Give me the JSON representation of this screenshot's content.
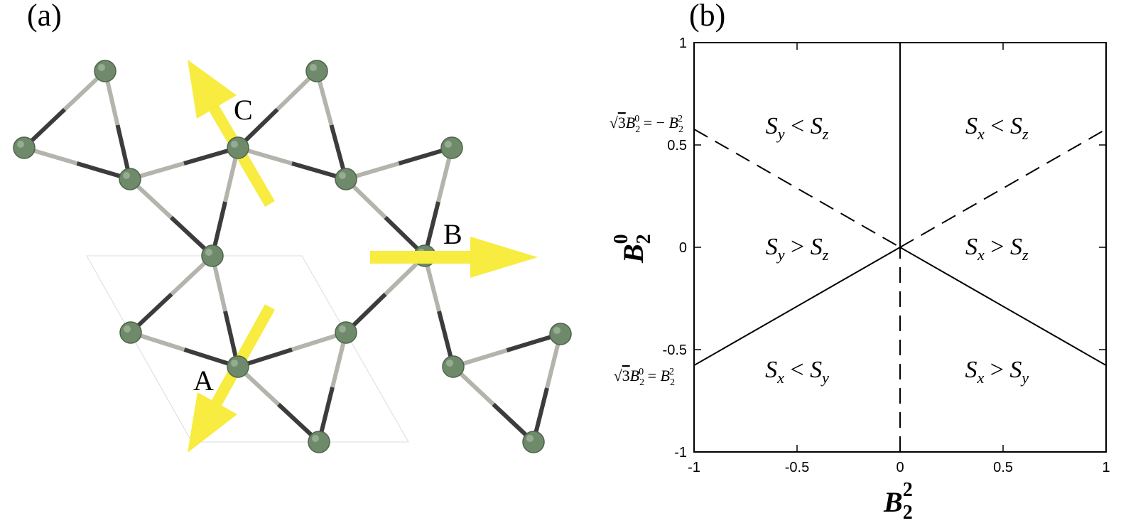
{
  "panel_a": {
    "label": "(a)",
    "arrows": [
      {
        "name": "A",
        "color": "#f7ec3f"
      },
      {
        "name": "B",
        "color": "#f7ec3f"
      },
      {
        "name": "C",
        "color": "#f7ec3f"
      }
    ],
    "atom_color": "#6f8a6a",
    "bond_colors": {
      "light": "#b4b4ac",
      "dark": "#3c3c3c"
    }
  },
  "panel_b": {
    "label": "(b)",
    "chart_data": {
      "type": "diagram",
      "xlabel": "B_2^2",
      "ylabel": "B_2^0",
      "xlim": [
        -1,
        1
      ],
      "ylim": [
        -1,
        1
      ],
      "xticks": [
        "-1",
        "-0.5",
        "0",
        "0.5",
        "1"
      ],
      "yticks": [
        "1",
        "0.5",
        "0",
        "-0.5",
        "-1"
      ],
      "boundaries": [
        {
          "name": "upper-left-boundary",
          "style": "dashed",
          "x": [
            -1,
            0
          ],
          "y": [
            0.577,
            0
          ]
        },
        {
          "name": "upper-right-boundary",
          "style": "dashed",
          "x": [
            0,
            1
          ],
          "y": [
            0,
            0.577
          ]
        },
        {
          "name": "lower-left-boundary",
          "style": "solid",
          "x": [
            -1,
            0
          ],
          "y": [
            -0.577,
            0
          ]
        },
        {
          "name": "lower-right-boundary",
          "style": "solid",
          "x": [
            0,
            1
          ],
          "y": [
            0,
            -0.577
          ]
        },
        {
          "name": "upper-vertical-boundary",
          "style": "solid",
          "x": [
            0,
            0
          ],
          "y": [
            0,
            1
          ]
        },
        {
          "name": "lower-vertical-boundary",
          "style": "dashed",
          "x": [
            0,
            0
          ],
          "y": [
            -1,
            0
          ]
        }
      ],
      "regions": [
        {
          "a": "S",
          "as": "y",
          "rel": "<",
          "b": "S",
          "bs": "z",
          "x": -0.5,
          "y": 0.59
        },
        {
          "a": "S",
          "as": "x",
          "rel": "<",
          "b": "S",
          "bs": "z",
          "x": 0.47,
          "y": 0.59
        },
        {
          "a": "S",
          "as": "y",
          "rel": ">",
          "b": "S",
          "bs": "z",
          "x": -0.5,
          "y": 0.0
        },
        {
          "a": "S",
          "as": "x",
          "rel": ">",
          "b": "S",
          "bs": "z",
          "x": 0.47,
          "y": 0.0
        },
        {
          "a": "S",
          "as": "x",
          "rel": "<",
          "b": "S",
          "bs": "y",
          "x": -0.5,
          "y": -0.6
        },
        {
          "a": "S",
          "as": "x",
          "rel": ">",
          "b": "S",
          "bs": "y",
          "x": 0.47,
          "y": -0.6
        }
      ],
      "annotations": [
        {
          "name": "upper-boundary-equation",
          "text": "√3B₂⁰ = − B₂²",
          "y": 0.6
        },
        {
          "name": "lower-boundary-equation",
          "text": "√3B₂⁰ = B₂²",
          "y": -0.6
        }
      ]
    }
  }
}
